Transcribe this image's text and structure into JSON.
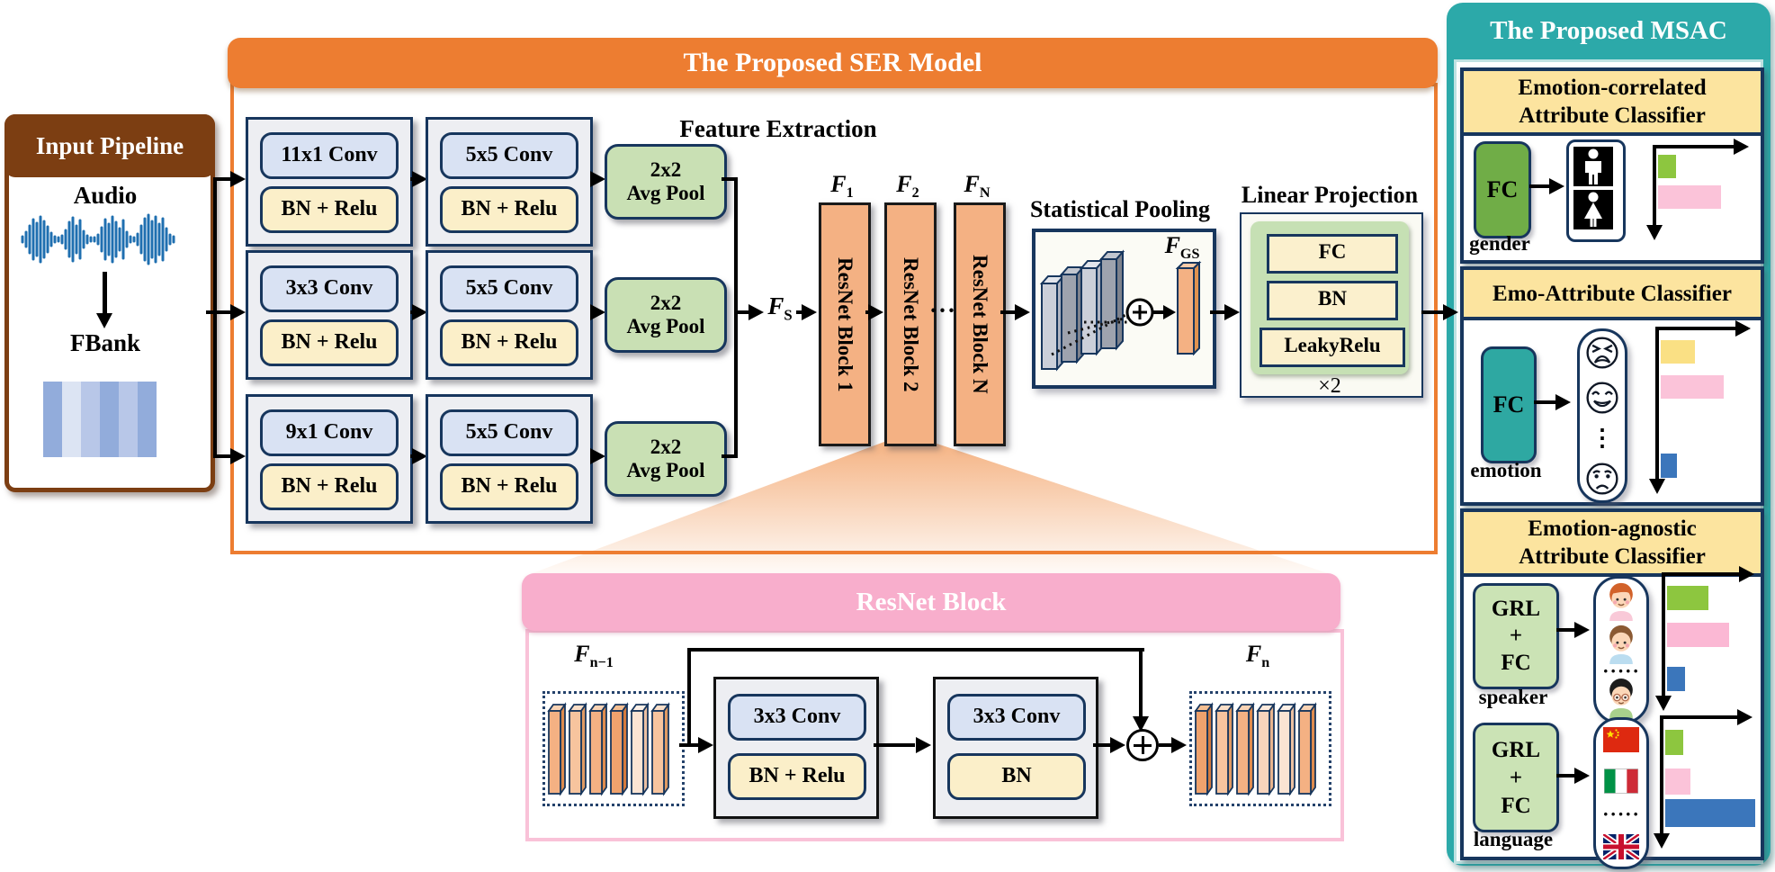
{
  "colors": {
    "orange": "#ED7D31",
    "brown": "#7C3E12",
    "teal": "#2CA9A9",
    "pink_header": "#F8AECC",
    "pink_border": "#F9C2D8",
    "navy": "#17365D",
    "gray_block": "#EDEEF2",
    "blue_box": "#D9E2F3",
    "yellow_box": "#FBEFC9",
    "green_pool": "#C9E0B4",
    "bar_orange": "#F4B183",
    "msac_yellow": "#FCE49F",
    "fc_green": "#70AD47",
    "fc_teal": "#2EA8A2",
    "grl_green": "#CBE3B5",
    "waveform_blue": "#1F6FB0"
  },
  "input_pipeline": {
    "title": "Input Pipeline",
    "audio_label": "Audio",
    "fbank_label": "FBank",
    "fbank_colors": [
      "#92ACDB",
      "#DCE4F3",
      "#B8C7E8",
      "#92ACDB",
      "#B8C7E8",
      "#92ACDB"
    ]
  },
  "ser": {
    "title": "The Proposed SER Model",
    "feature_extraction_label": "Feature Extraction",
    "rows": [
      {
        "conv1": "11x1 Conv",
        "bn1": "BN + Relu",
        "conv2": "5x5 Conv",
        "bn2": "BN + Relu",
        "pool1": "2x2",
        "pool2": "Avg Pool"
      },
      {
        "conv1": "3x3 Conv",
        "bn1": "BN + Relu",
        "conv2": "5x5 Conv",
        "bn2": "BN + Relu",
        "pool1": "2x2",
        "pool2": "Avg Pool"
      },
      {
        "conv1": "9x1 Conv",
        "bn1": "BN + Relu",
        "conv2": "5x5 Conv",
        "bn2": "BN + Relu",
        "pool1": "2x2",
        "pool2": "Avg Pool"
      }
    ],
    "fs_base": "F",
    "fs_sub": "S",
    "resnet": {
      "blocks": [
        {
          "f_base": "F",
          "f_sub": "1",
          "label": "ResNet Block 1"
        },
        {
          "f_base": "F",
          "f_sub": "2",
          "label": "ResNet Block 2"
        },
        {
          "f_base": "F",
          "f_sub": "N",
          "label": "ResNet Block N"
        }
      ],
      "dots": "···"
    },
    "stat_pool": {
      "title": "Statistical Pooling",
      "fgs_base": "F",
      "fgs_sub": "GS"
    },
    "linear_proj": {
      "title": "Linear Projection",
      "layers": [
        "FC",
        "BN",
        "LeakyRelu"
      ],
      "repeat": "×2"
    }
  },
  "resnet_detail": {
    "title": "ResNet Block",
    "f_in_base": "F",
    "f_in_sub": "n−1",
    "f_out_base": "F",
    "f_out_sub": "n",
    "block1": {
      "conv": "3x3 Conv",
      "bn": "BN + Relu"
    },
    "block2": {
      "conv": "3x3 Conv",
      "bn": "BN"
    }
  },
  "msac": {
    "title": "The Proposed MSAC",
    "classifier1": {
      "header_line1": "Emotion-correlated",
      "header_line2": "Attribute Classifier",
      "fc": "FC",
      "label": "gender"
    },
    "classifier2": {
      "header": "Emo-Attribute Classifier",
      "fc": "FC",
      "label": "emotion",
      "dots": "⋮"
    },
    "classifier3": {
      "header_line1": "Emotion-agnostic",
      "header_line2": "Attribute Classifier",
      "grl_top": "GRL",
      "grl_plus": "+",
      "grl_fc": "FC",
      "label_speaker": "speaker",
      "label_language": "language",
      "dots": "·····"
    }
  },
  "msac_bars": {
    "gender": [
      {
        "color": "#8DC63F",
        "w": 20,
        "h": 26
      },
      {
        "color": "#FBC3D9",
        "w": 70,
        "h": 26
      }
    ],
    "emotion": [
      {
        "color": "#FAE084",
        "w": 38,
        "h": 26
      },
      {
        "color": "#FBC3D9",
        "w": 70,
        "h": 26
      },
      {
        "color": "#3B76BB",
        "w": 18,
        "h": 27
      }
    ],
    "speaker": [
      {
        "color": "#8DC63F",
        "w": 46,
        "h": 27
      },
      {
        "color": "#FBB8D4",
        "w": 69,
        "h": 27
      },
      {
        "color": "#3B76BB",
        "w": 20,
        "h": 27
      }
    ],
    "language": [
      {
        "color": "#8DC63F",
        "w": 20,
        "h": 28
      },
      {
        "color": "#FBC3D9",
        "w": 28,
        "h": 29
      },
      {
        "color": "#3B76BB",
        "w": 100,
        "h": 31
      }
    ]
  }
}
